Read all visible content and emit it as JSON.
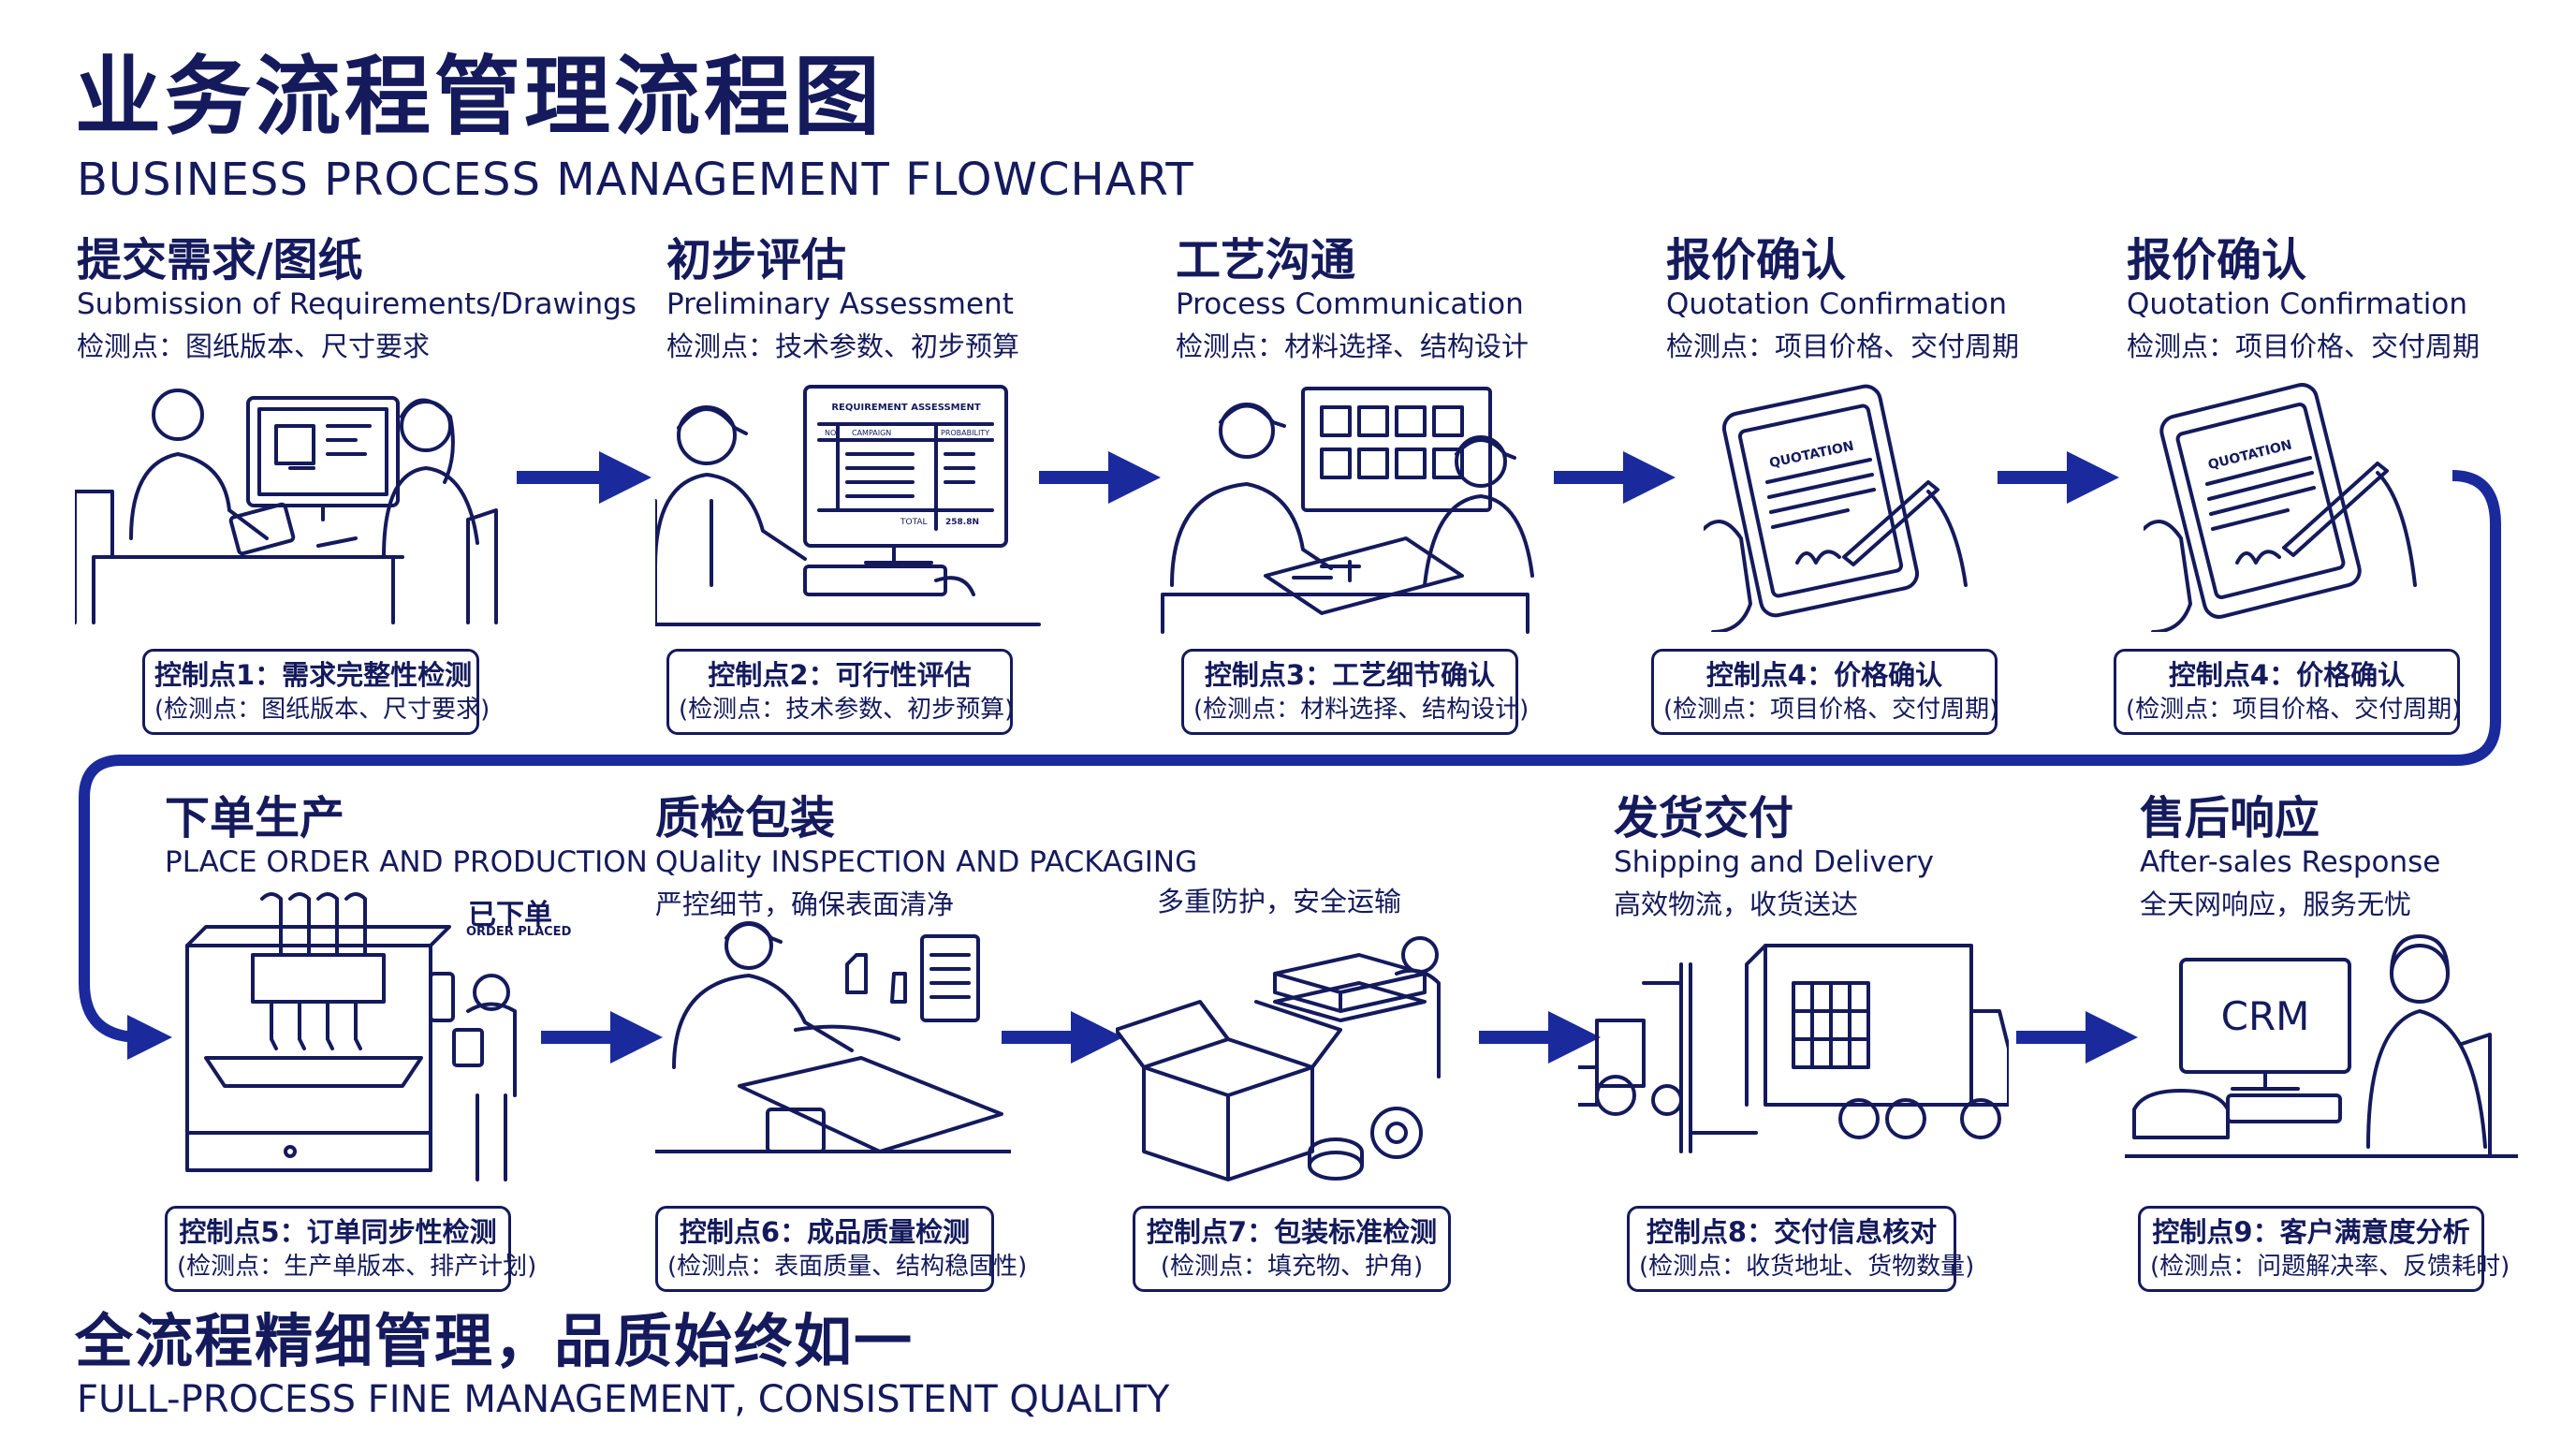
{
  "header": {
    "title_cn": "业务流程管理流程图",
    "title_en": "BUSINESS PROCESS MANAGEMENT FLOWCHART"
  },
  "steps": [
    {
      "title_cn": "提交需求/图纸",
      "title_en": "Submission of Requirements/Drawings",
      "note": "检测点：图纸版本、尺寸要求",
      "control_title": "控制点1：需求完整性检测",
      "control_detail": "(检测点：图纸版本、尺寸要求)"
    },
    {
      "title_cn": "初步评估",
      "title_en": "Preliminary Assessment",
      "note": "检测点：技术参数、初步预算",
      "control_title": "控制点2：可行性评估",
      "control_detail": "(检测点：技术参数、初步预算)"
    },
    {
      "title_cn": "工艺沟通",
      "title_en": "Process Communication",
      "note": "检测点：材料选择、结构设计",
      "control_title": "控制点3：工艺细节确认",
      "control_detail": "(检测点：材料选择、结构设计)"
    },
    {
      "title_cn": "报价确认",
      "title_en": "Quotation Confirmation",
      "note": "检测点：项目价格、交付周期",
      "control_title": "控制点4：价格确认",
      "control_detail": "(检测点：项目价格、交付周期)"
    },
    {
      "title_cn": "报价确认",
      "title_en": "Quotation Confirmation",
      "note": "检测点：项目价格、交付周期",
      "control_title": "控制点4：价格确认",
      "control_detail": "(检测点：项目价格、交付周期)"
    },
    {
      "title_cn": "下单生产",
      "title_en": "PLACE ORDER AND PRODUCTION",
      "note": "",
      "control_title": "控制点5：订单同步性检测",
      "control_detail": "(检测点：生产单版本、排产计划)"
    },
    {
      "title_cn": "质检包装",
      "title_en": "QUality INSPECTION AND PACKAGING",
      "note": "严控细节，确保表面清净",
      "control_title": "控制点6：成品质量检测",
      "control_detail": "(检测点：表面质量、结构稳固性)"
    },
    {
      "title_cn": "",
      "title_en": "",
      "note": "多重防护，安全运输",
      "control_title": "控制点7：包装标准检测",
      "control_detail": "(检测点：填充物、护角)"
    },
    {
      "title_cn": "发货交付",
      "title_en": "Shipping and Delivery",
      "note": "高效物流，收货送达",
      "control_title": "控制点8：交付信息核对",
      "control_detail": "(检测点：收货地址、货物数量)"
    },
    {
      "title_cn": "售后响应",
      "title_en": "After-sales Response",
      "note": "全天网响应，服务无忧",
      "control_title": "控制点9：客户满意度分析",
      "control_detail": "(检测点：问题解决率、反馈耗时)"
    }
  ],
  "illustrations": {
    "assessment_screen_title": "REQUIREMENT ASSESSMENT",
    "assessment_col_1": "NO",
    "assessment_col_2": "CAMPAIGN",
    "assessment_col_3": "PROBABILITY",
    "assessment_total_label": "TOTAL",
    "assessment_total_value": "258.8N",
    "quotation_label": "QUOTATION",
    "order_placed_cn": "已下单",
    "order_placed_en": "ORDER PLACED",
    "crm_label": "CRM"
  },
  "footer": {
    "slogan_cn": "全流程精细管理，品质始终如一",
    "slogan_en": "FULL-PROCESS FINE MANAGEMENT, CONSISTENT QUALITY"
  },
  "colors": {
    "primary": "#141a5c",
    "accent": "#1a2a9c",
    "background": "#ffffff"
  }
}
